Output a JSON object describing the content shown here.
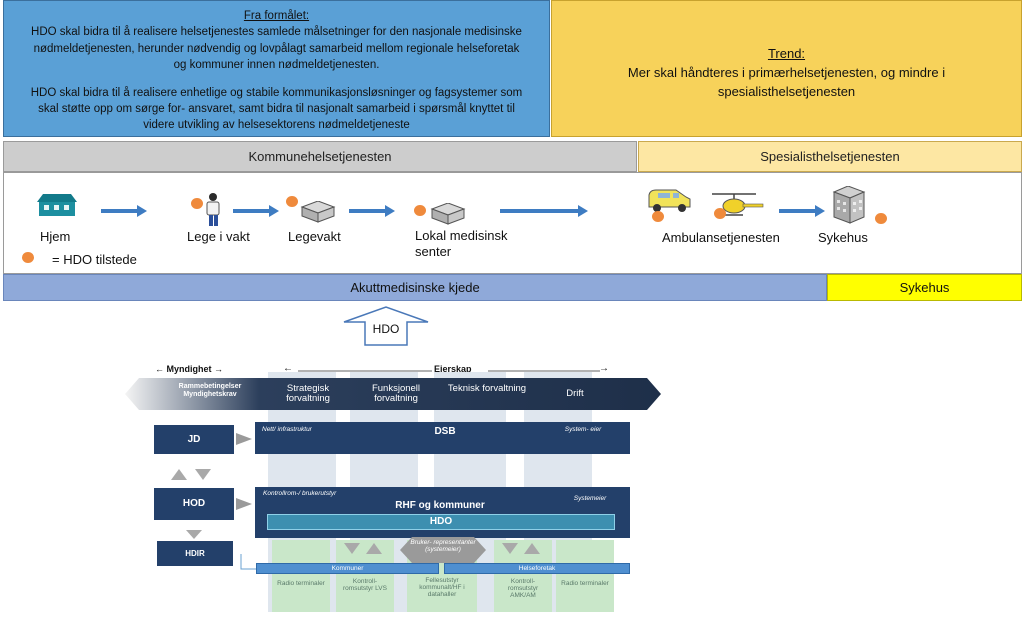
{
  "top_left": {
    "heading": "Fra formålet:",
    "p1_l1": "HDO skal bidra til å realisere helsetjenestes samlede målsetninger for den nasjonale medisinske",
    "p1_l2": "nødmeldetjenesten,  herunder nødvendig og lovpålagt samarbeid mellom regionale helseforetak",
    "p1_l3": "og kommuner  innen nødmeldetjenesten.",
    "p2_l1": "HDO skal bidra til å realisere enhetlige og stabile kommunikasjonsløsninger og fagsystemer som",
    "p2_l2": "skal støtte opp om sørge for- ansvaret, samt bidra til nasjonalt samarbeid i spørsmål knyttet til",
    "p2_l3": "videre utvikling av helsesektorens nødmeldetjeneste"
  },
  "top_right": {
    "heading": "Trend:",
    "l1": "Mer skal håndteres i primærhelsetjenesten, og mindre i",
    "l2": "spesialisthelsetjenesten"
  },
  "bars": {
    "kommune": "Kommunehelsetjenesten",
    "spesialist": "Spesialisthelsetjenesten",
    "akutt": "Akuttmedisinske kjede",
    "sykehus": "Sykehus"
  },
  "flow": {
    "hjem": "Hjem",
    "lege": "Lege i vakt",
    "legevakt": "Legevakt",
    "lokal_l1": "Lokal medisinsk",
    "lokal_l2": "senter",
    "ambulanse": "Ambulansetjenesten",
    "sykehus": "Sykehus",
    "legend": "= HDO tilstede"
  },
  "hdo_arrow": "HDO",
  "org": {
    "myndighet": "← Myndighet →",
    "eierskap_left": "←",
    "eierskap": "Eierskap",
    "eierskap_right": "→",
    "chevron": [
      "Rammebetingelser Myndighetskrav",
      "Strategisk forvaltning",
      "Funksjonell forvaltning",
      "Teknisk forvaltning",
      "Drift"
    ],
    "jd": "JD",
    "hod": "HOD",
    "hdir": "HDIR",
    "dsb": "DSB",
    "dsb_left": "Nett/ infrastruktur",
    "dsb_right": "System- eier",
    "rhf": "RHF og kommuner",
    "rhf_left": "Kontrollrom-/ brukerutstyr",
    "rhf_right": "Systemeier",
    "hdo": "HDO",
    "brukerrep": "Bruker- representanter (systemeier)",
    "kommuner": "Kommuner",
    "helseforetak": "Helseforetak",
    "bottom": [
      "Radio terminaler",
      "Kontroll- romsutstyr LVS",
      "Fellesutstyr kommunalt/HF i datahaller",
      "Kontroll- romsutstyr AMK/AM",
      "Radio terminaler"
    ]
  },
  "colors": {
    "top_left_bg": "#5aa0d6",
    "top_right_bg": "#f7d25a",
    "akutt_bg": "#8fa9d9",
    "sykehus_bg": "#ffff00",
    "hdo_dot": "#ef8a3c",
    "org_dark": "#23406a",
    "org_hdo_bar": "#3d8fb0"
  }
}
